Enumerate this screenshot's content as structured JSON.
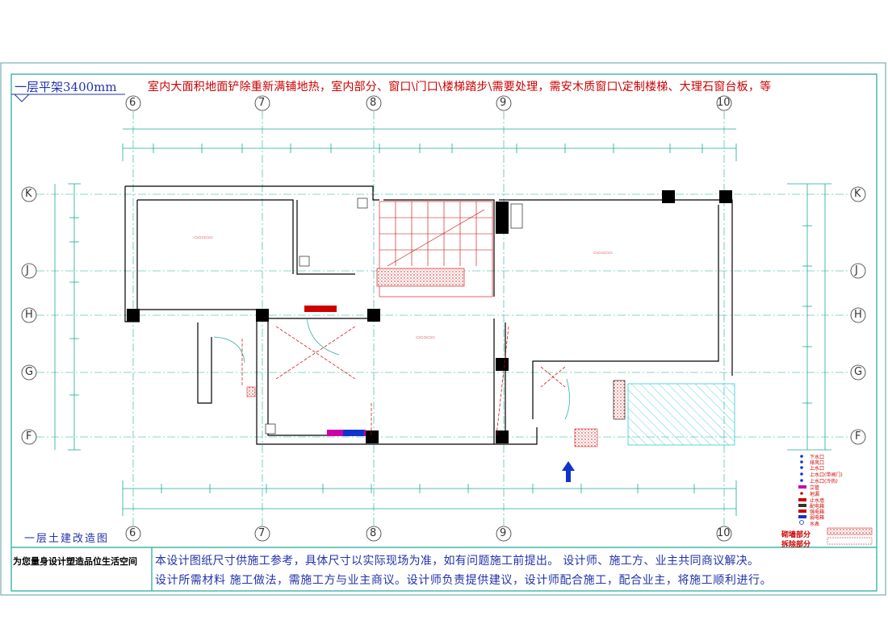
{
  "drawing": {
    "title": "一层平架3400mm",
    "note": "室内大面积地面铲除重新满铺地热，室内部分、窗口\\门口\\楼梯踏步\\需要处理，需安木质窗口\\定制楼梯、大理石窗台板，等",
    "plan_name": "一层土建改造图",
    "column_axes": [
      "6",
      "7",
      "8",
      "9",
      "10"
    ],
    "row_axes": [
      "K",
      "J",
      "H",
      "G",
      "F"
    ],
    "legend": {
      "items": [
        "下水口",
        "排风口",
        "上水口",
        "上水口(带阀门)",
        "上水口(冷热)",
        "立管",
        "地漏",
        "止水墙",
        "配电箱",
        "强电箱",
        "弱电箱",
        "水表"
      ],
      "wall_part": "砌墙部分",
      "demo_part": "拆除部分"
    },
    "footer": {
      "brand": "为您量身设计塑造品位生活空间",
      "brand_sub": "",
      "line1": "本设计图纸尺寸供施工参考，具体尺寸以实际现场为准，如有问题施工前提出。 设计师、施工方、业主共同商议解决。",
      "line2": "设计所需材料 施工做法，需施工方与业主商议。设计师负责提供建议，设计师配合施工，配合业主，将施工顺利进行。"
    },
    "colors": {
      "dimension": "#1aaa99",
      "wall": "#000000",
      "annotation": "#cc0000",
      "title": "#2233aa",
      "hatch": "#33cccc"
    }
  }
}
